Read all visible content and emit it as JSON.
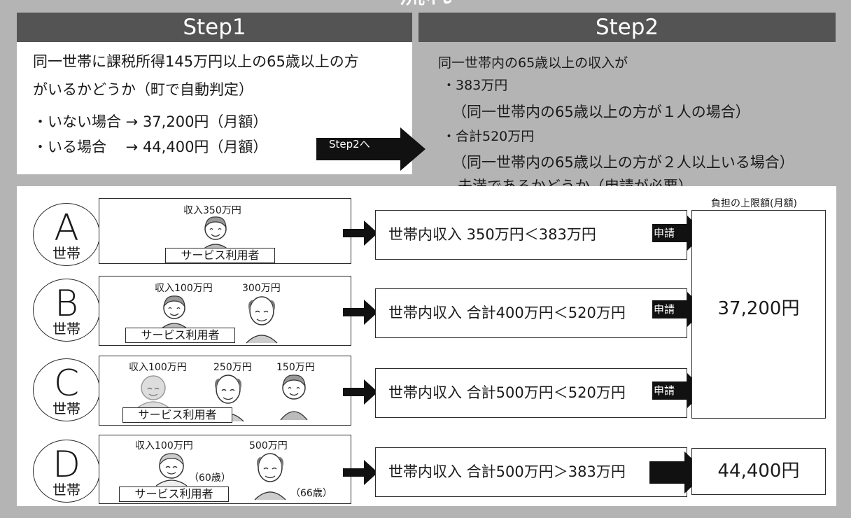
{
  "top_title": "流れ",
  "step1": {
    "heading": "Step1",
    "line1": "同一世帯に課税所得145万円以上の65歳以上の方",
    "line2": "がいるかどうか（町で自動判定）",
    "case1": "・いない場合 → 37,200円（月額）",
    "case2": "・いる場合　 → 44,400円（月額）",
    "arrow_label": "Step2へ"
  },
  "step2": {
    "heading": "Step2",
    "line1": "同一世帯内の65歳以上の収入が",
    "line2": "・383万円",
    "line3": "（同一世帯内の65歳以上の方が１人の場合）",
    "line4": "・合計520万円",
    "line5": "（同一世帯内の65歳以上の方が２人以上いる場合）",
    "line6": "未満であるかどうか（申請が必要）"
  },
  "limit_header": "負担の上限額(月額)",
  "households": [
    {
      "letter": "A",
      "suffix": "世帯",
      "incomes": [
        "収入350万円"
      ],
      "user_label": "サービス利用者",
      "result": "世帯内収入 350万円＜383万円",
      "badge": "申請"
    },
    {
      "letter": "B",
      "suffix": "世帯",
      "incomes": [
        "収入100万円",
        "300万円"
      ],
      "user_label": "サービス利用者",
      "result": "世帯内収入 合計400万円＜520万円",
      "badge": "申請"
    },
    {
      "letter": "C",
      "suffix": "世帯",
      "incomes": [
        "収入100万円",
        "250万円",
        "150万円"
      ],
      "user_label": "サービス利用者",
      "result": "世帯内収入 合計500万円＜520万円",
      "badge": "申請"
    },
    {
      "letter": "D",
      "suffix": "世帯",
      "incomes": [
        "収入100万円",
        "500万円"
      ],
      "ages": [
        "（60歳）",
        "（66歳）"
      ],
      "user_label": "サービス利用者",
      "result": "世帯内収入 合計500万円＞383万円",
      "badge": ""
    }
  ],
  "limit_low": "37,200円",
  "limit_high": "44,400円",
  "icons": [
    "person-smiling-icon",
    "elderly-man-icon",
    "elderly-woman-icon",
    "arrow-right-icon"
  ]
}
